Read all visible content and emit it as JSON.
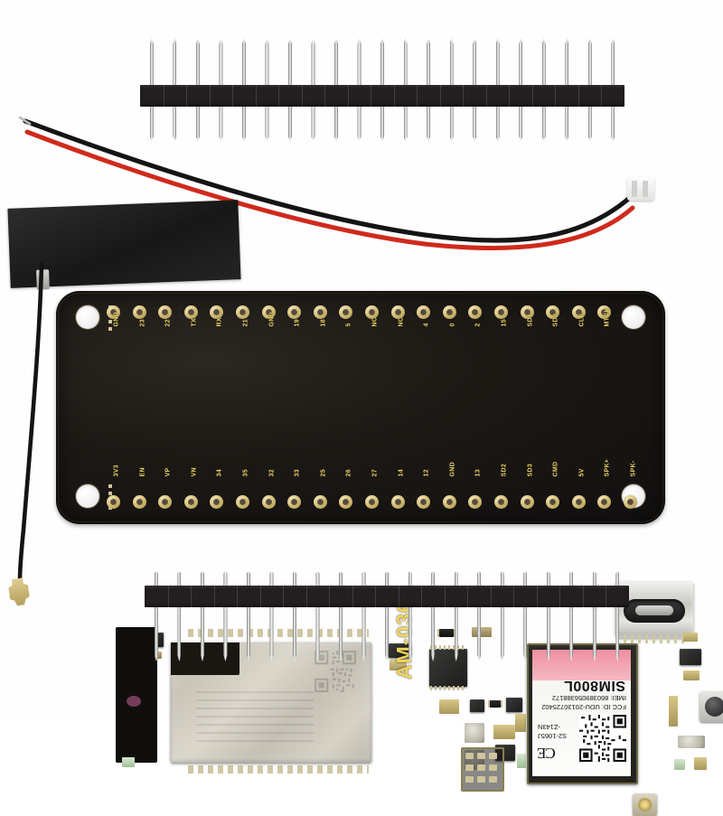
{
  "scene": {
    "title": "ESP32 SIM800L development board kit product photo",
    "background_color": "#ffffff",
    "board_color": "#161310",
    "silk_color": "#efd45c"
  },
  "board": {
    "silkscreen_model": "AM-036",
    "top_pin_labels": [
      "GND",
      "23",
      "22",
      "TX",
      "RX",
      "21",
      "GND",
      "19",
      "18",
      "5",
      "NC",
      "NC",
      "4",
      "0",
      "2",
      "15",
      "SD1",
      "SD0",
      "CLK",
      "MTCK"
    ],
    "bottom_pin_labels": [
      "3V3",
      "EN",
      "VP",
      "VN",
      "34",
      "35",
      "32",
      "33",
      "25",
      "26",
      "27",
      "14",
      "12",
      "GND",
      "13",
      "SD2",
      "SD3",
      "CMD",
      "5V",
      "SPK+",
      "SPK-"
    ],
    "modules": {
      "wifi_module_name": "esp32-module-shield",
      "cellular_module_name": "sim800l-module"
    }
  },
  "sim_label": {
    "brand": "SIM800L",
    "imei": "IMEI: 860389056388172",
    "fcc": "FCC ID: UDU-20130725402",
    "model_line1": "S2-1065J",
    "model_line2": "-Z143N",
    "ce_mark": "CE"
  },
  "headers": {
    "top": {
      "name": "top-pin-header",
      "pin_count": 21,
      "body_color": "#231f20"
    },
    "bottom": {
      "name": "bottom-pin-header",
      "pin_count": 21,
      "body_color": "#231f20"
    }
  },
  "accessories": {
    "antenna": {
      "name": "gsm-fpc-antenna",
      "color": "#1d1d1d"
    },
    "coax": {
      "name": "ufl-coax-cable",
      "connector": "u.FL / IPEX plug"
    },
    "battery_cable": {
      "name": "jst-battery-cable",
      "positive_wire_color": "#d42a1e",
      "negative_wire_color": "#141414",
      "connector_color": "#f6f6f4"
    }
  },
  "connectors": {
    "usb_c": "usb-c-port",
    "ipex_socket": "ipex-antenna-socket",
    "sim_slot": "nano-sim-slot",
    "button": "reset-button"
  }
}
